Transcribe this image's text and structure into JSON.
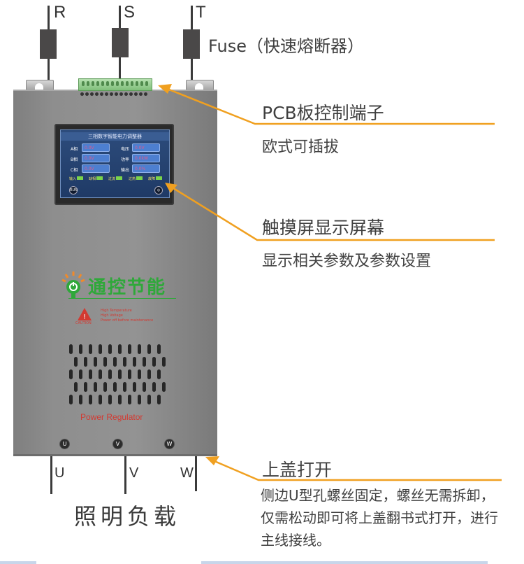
{
  "inputs": {
    "phases": [
      "R",
      "S",
      "T"
    ],
    "fuse_label": "Fuse（快速熔断器）"
  },
  "device": {
    "screen": {
      "title": "三相数字智能电力调整器",
      "rows_left": [
        {
          "label": "A相",
          "value": "0.0V"
        },
        {
          "label": "B相",
          "value": "0.0V"
        },
        {
          "label": "C相",
          "value": "0.0V"
        }
      ],
      "rows_right": [
        {
          "label": "电压",
          "value": "0.0V"
        },
        {
          "label": "功率",
          "value": "0.0kW"
        },
        {
          "label": "输出",
          "value": "0.0%"
        }
      ],
      "indicators": [
        "输入",
        "缺相",
        "过流",
        "过热",
        "故障"
      ],
      "left_button": "RUN",
      "right_button": "◎"
    },
    "brand": "通控节能",
    "caution": {
      "badge": "CAUTION",
      "lines": [
        "High Temperature",
        "High Voltage",
        "Power off before maintenance"
      ]
    },
    "product_name": "Power Regulator",
    "terminals": [
      "U",
      "V",
      "W"
    ]
  },
  "outputs": {
    "phases": [
      "U",
      "V",
      "W"
    ],
    "load_label": "照明负载"
  },
  "callouts": [
    {
      "title": "PCB板控制端子",
      "subtitle": "欧式可插拔"
    },
    {
      "title": "触摸屏显示屏幕",
      "subtitle": "显示相关参数及参数设置"
    },
    {
      "title": "上盖打开",
      "subtitle": "侧边U型孔螺丝固定，螺丝无需拆卸，仅需松动即可将上盖翻书式打开，进行主线接线。"
    }
  ],
  "colors": {
    "accent": "#f0a020",
    "cabinet": "#8e8e8e",
    "brand_green": "#2fa83a",
    "warning_red": "#d23a32"
  }
}
